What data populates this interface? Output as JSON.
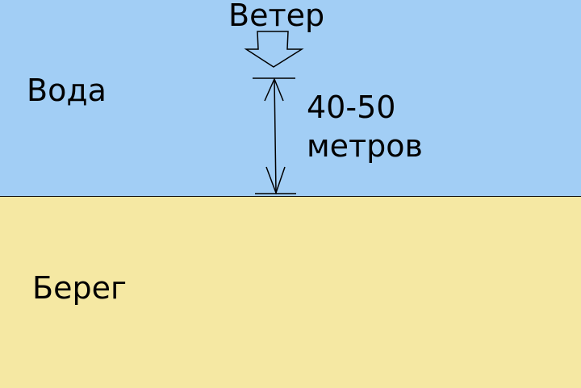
{
  "labels": {
    "wind": "Ветер",
    "water": "Вода",
    "distance_value": "40-50",
    "distance_unit": "метров",
    "shore": "Берег"
  },
  "colors": {
    "water": "#a2cef5",
    "shore": "#f5e8a3"
  }
}
